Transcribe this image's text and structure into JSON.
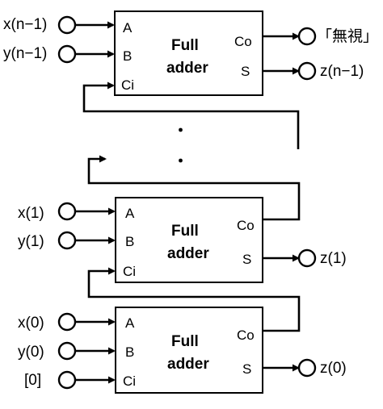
{
  "adders": [
    {
      "id": "top",
      "title_line1": "Full",
      "title_line2": "adder",
      "port_a": "A",
      "port_b": "B",
      "port_ci": "Ci",
      "port_co": "Co",
      "port_s": "S",
      "input_a": "x(n−1)",
      "input_b": "y(n−1)",
      "output_co": "「無視」",
      "output_s": "z(n−1)"
    },
    {
      "id": "middle",
      "title_line1": "Full",
      "title_line2": "adder",
      "port_a": "A",
      "port_b": "B",
      "port_ci": "Ci",
      "port_co": "Co",
      "port_s": "S",
      "input_a": "x(1)",
      "input_b": "y(1)",
      "output_s": "z(1)"
    },
    {
      "id": "bottom",
      "title_line1": "Full",
      "title_line2": "adder",
      "port_a": "A",
      "port_b": "B",
      "port_ci": "Ci",
      "port_co": "Co",
      "port_s": "S",
      "input_a": "x(0)",
      "input_b": "y(0)",
      "input_ci": "[0]",
      "output_s": "z(0)"
    }
  ],
  "ellipsis": "・"
}
